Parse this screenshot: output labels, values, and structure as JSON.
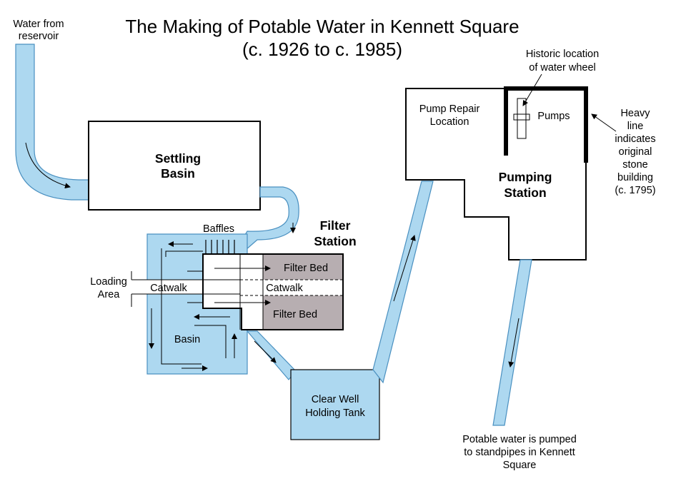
{
  "title_line1": "The Making of Potable Water in Kennett Square",
  "title_line2": "(c. 1926 to c. 1985)",
  "labels": {
    "water_from": "Water from",
    "reservoir": "reservoir",
    "settling_1": "Settling",
    "settling_2": "Basin",
    "baffles": "Baffles",
    "filter_station_1": "Filter",
    "filter_station_2": "Station",
    "loading_1": "Loading",
    "loading_2": "Area",
    "catwalk_left": "Catwalk",
    "catwalk_right": "Catwalk",
    "filter_bed_top": "Filter Bed",
    "filter_bed_bottom": "Filter Bed",
    "basin": "Basin",
    "clear_well_1": "Clear Well",
    "clear_well_2": "Holding Tank",
    "pump_repair_1": "Pump Repair",
    "pump_repair_2": "Location",
    "pumps": "Pumps",
    "pumping_1": "Pumping",
    "pumping_2": "Station",
    "historic_1": "Historic location",
    "historic_2": "of water wheel",
    "heavy_1": "Heavy",
    "heavy_2": "line",
    "heavy_3": "indicates",
    "heavy_4": "original",
    "heavy_5": "stone",
    "heavy_6": "building",
    "heavy_7": "(c. 1795)",
    "potable_1": "Potable water is pumped",
    "potable_2": "to standpipes in Kennett",
    "potable_3": "Square"
  },
  "colors": {
    "water": "#add8f0",
    "water_edge": "#4a90c0",
    "filter_bed": "#b7aeb1",
    "line": "#000000"
  }
}
